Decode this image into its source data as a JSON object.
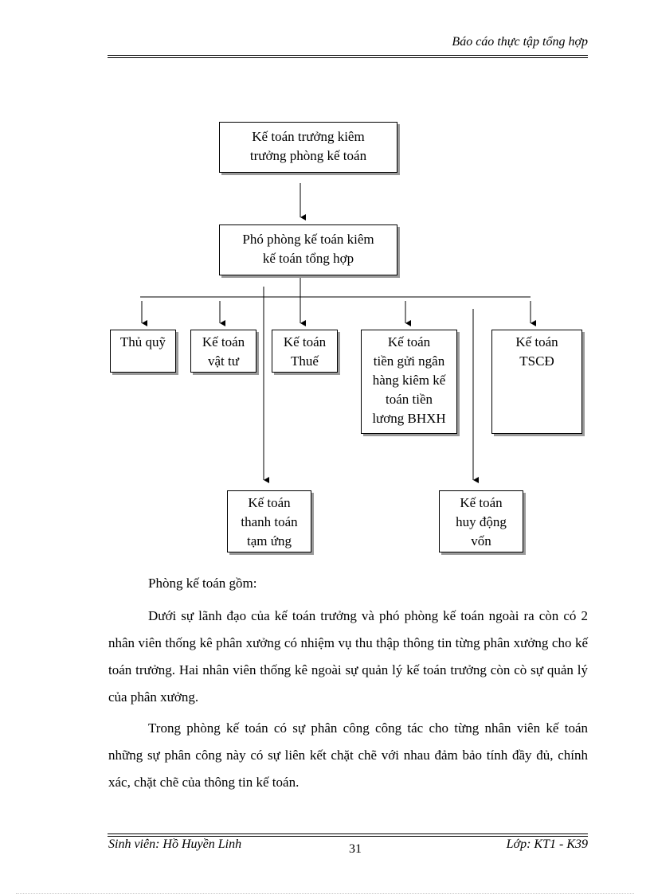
{
  "header": {
    "title": "Báo cáo thực tập tổng hợp"
  },
  "org_chart": {
    "top": "Kế toán trưởng kiêm\ntrưởng phòng kế toán",
    "deputy": "Phó phòng kế toán kiêm\nkế toán tổng hợp",
    "units": [
      "Thủ quỹ",
      "Kế toán\nvật tư",
      "Kế toán\nThuế",
      "Kế toán\ntiền gửi ngân\nhàng kiêm kế\ntoán tiền\nlương BHXH",
      "Kế toán\nTSCĐ",
      "Kế toán\nthanh toán\ntạm ứng",
      "Kế toán\nhuy động\nvốn"
    ]
  },
  "body": {
    "intro": "Phòng kế toán gồm:",
    "paragraph1": "Dưới sự lãnh đạo của kế toán trưởng và phó phòng kế toán ngoài ra còn có 2 nhân viên thống kê phân xưởng có nhiệm vụ thu thập thông tin từng phân xưởng cho kế toán trưởng. Hai nhân viên thống kê ngoài sự quản lý kế toán trưởng còn cò sự quản lý của phân xưởng.",
    "paragraph2": "Trong phòng kế toán có sự phân công công tác cho từng nhân viên kế toán những sự phân công này có sự liên kết chặt chẽ với nhau đảm bảo tính đầy đủ, chính xác, chặt chẽ của thông tin kế toán."
  },
  "footer": {
    "student": "Sinh viên: Hồ Huyền Linh",
    "page_number": "31",
    "class": "Lớp: KT1 - K39"
  }
}
